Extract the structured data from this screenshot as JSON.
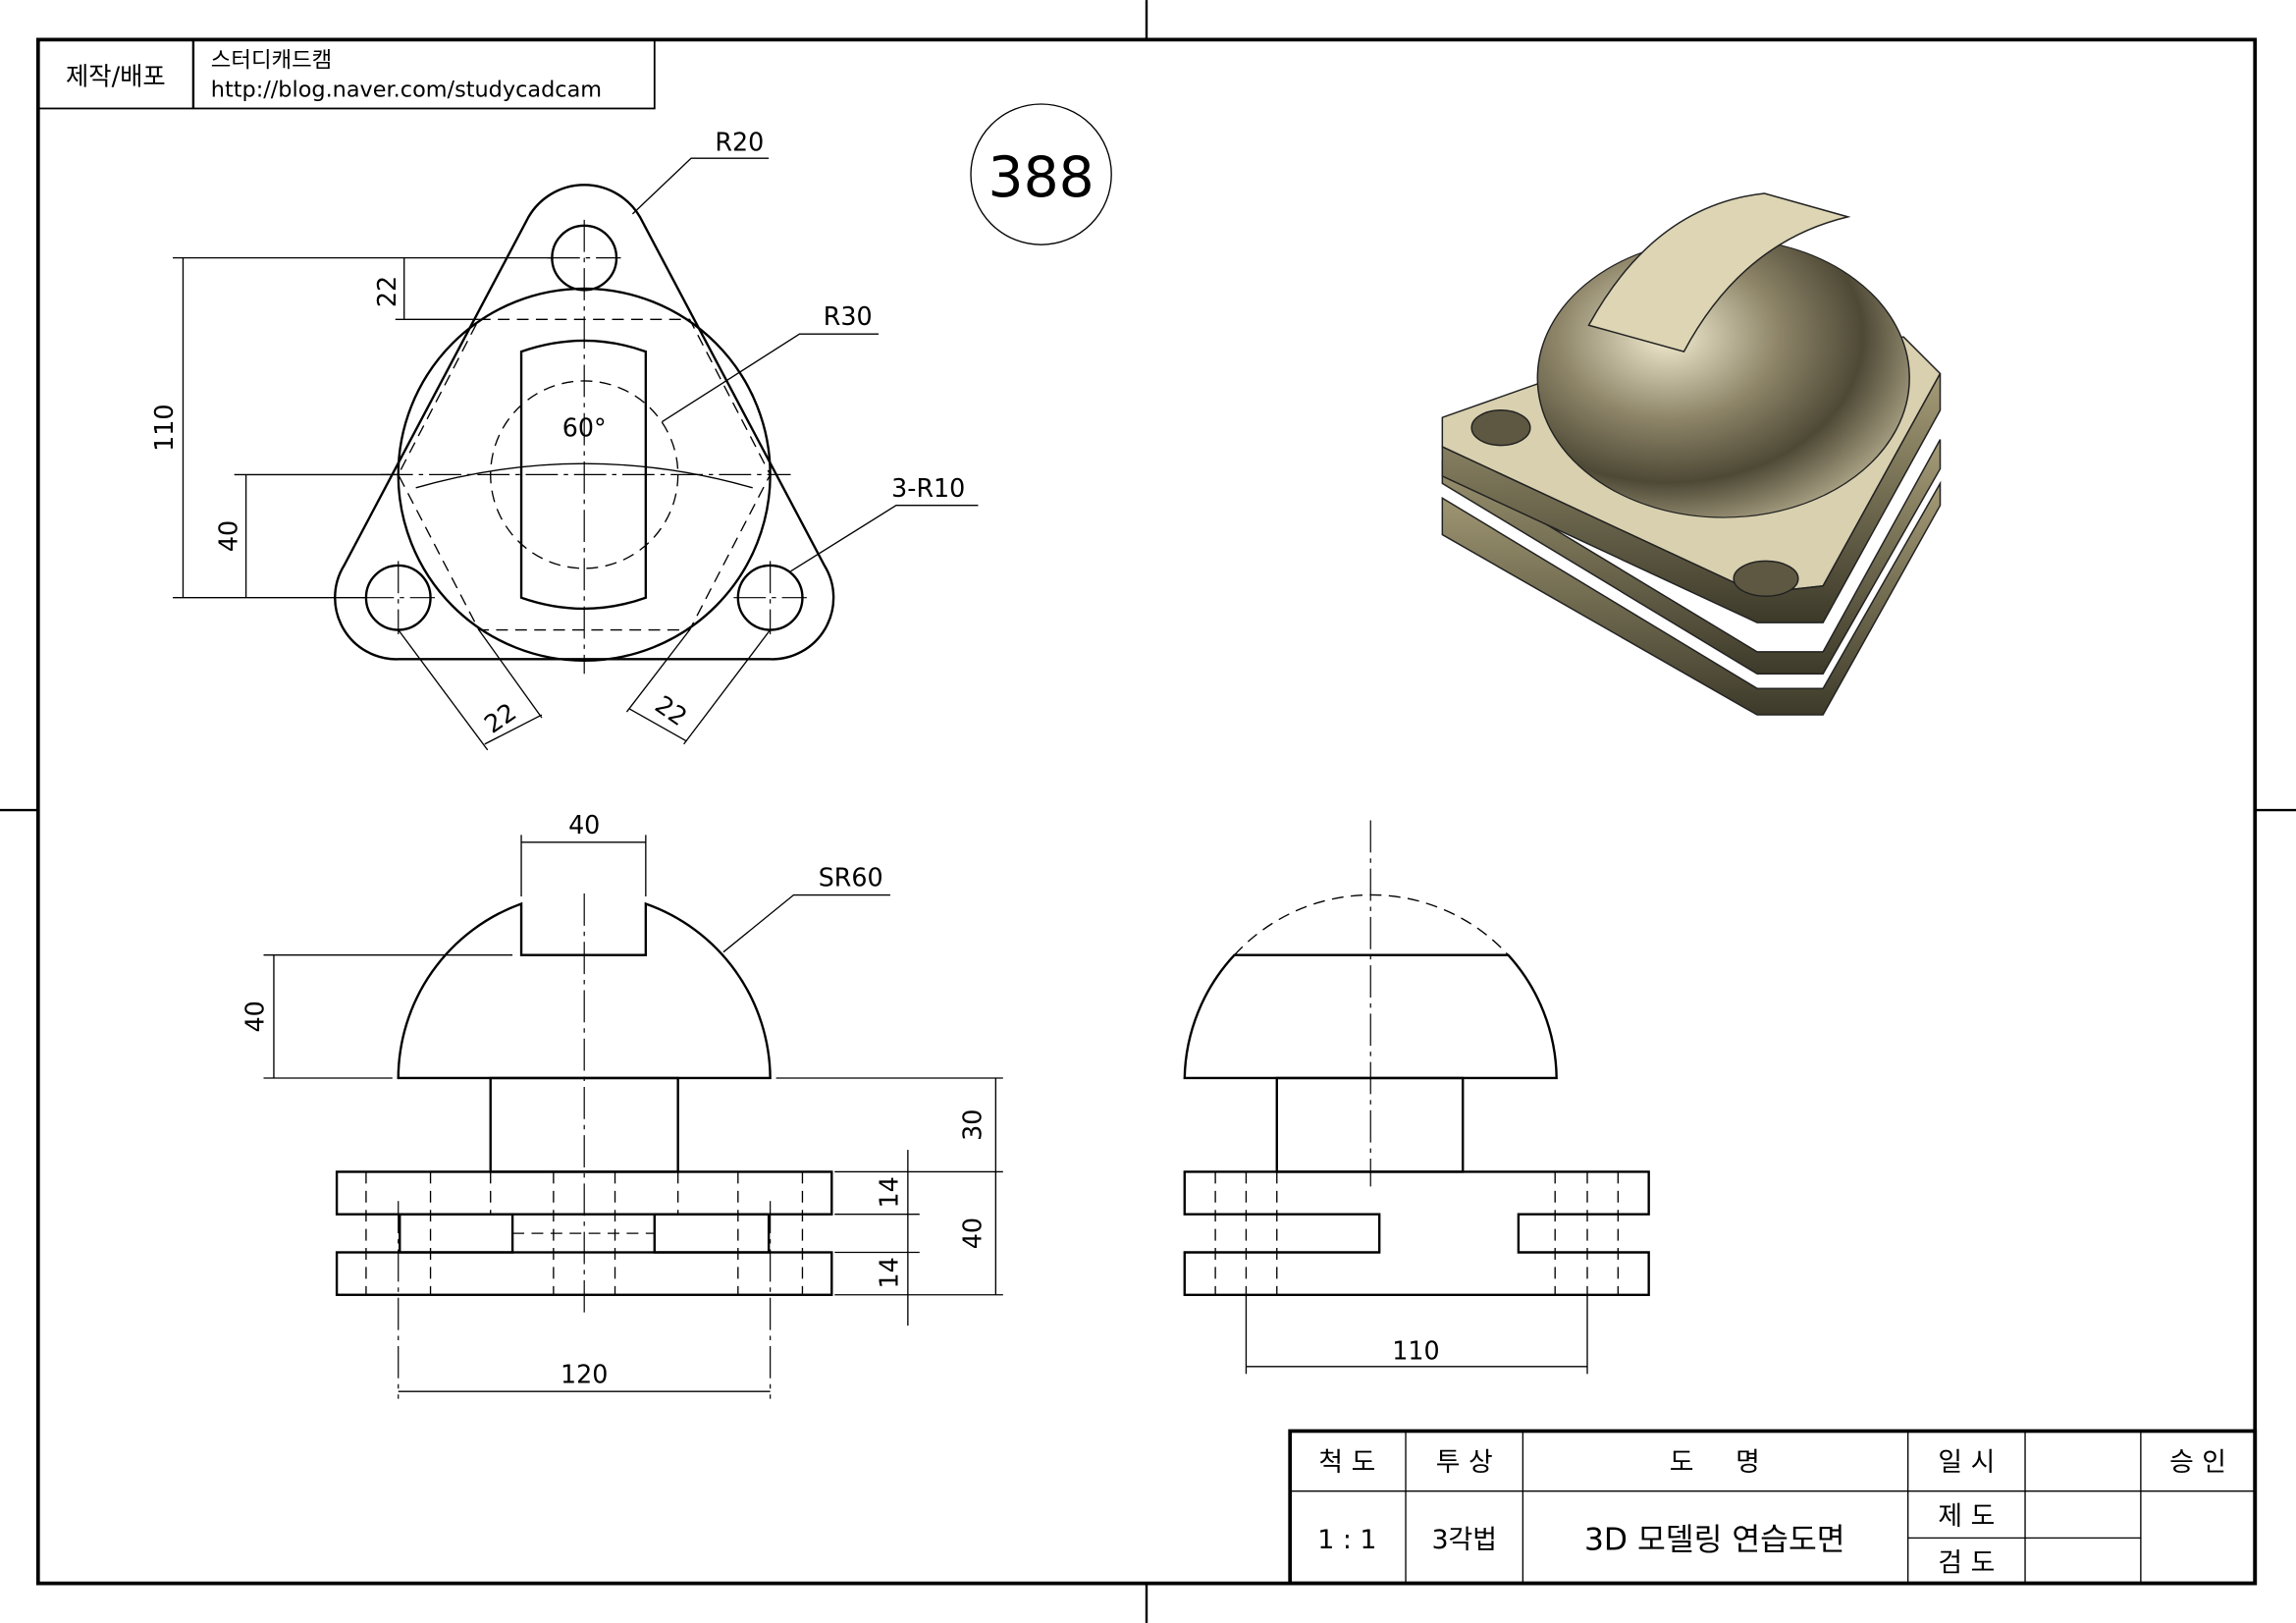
{
  "header": {
    "label": "제작/배포",
    "author": "스터디캐드캠",
    "url": "http://blog.naver.com/studycadcam"
  },
  "drawing_number": "388",
  "dimensions": {
    "top_view": {
      "r20": "R20",
      "r30": "R30",
      "r10": "3-R10",
      "d22_vertical": "22",
      "d110": "110",
      "d40": "40",
      "angle": "60°",
      "d22_left": "22",
      "d22_right": "22"
    },
    "front_view": {
      "slot_width": "40",
      "sr60": "SR60",
      "dome_height": "40",
      "neck_height": "30",
      "plate1": "14",
      "total_plate": "40",
      "plate2": "14",
      "width": "120"
    },
    "side_view": {
      "width": "110"
    }
  },
  "title_block": {
    "scale_label": "척 도",
    "projection_label": "투 상",
    "name_label": "도     명",
    "date_label": "일 시",
    "approve_label": "승 인",
    "scale": "1 : 1",
    "projection": "3각법",
    "name": "3D 모델링 연습도면",
    "drawn_label": "제 도",
    "checked_label": "검 도"
  }
}
